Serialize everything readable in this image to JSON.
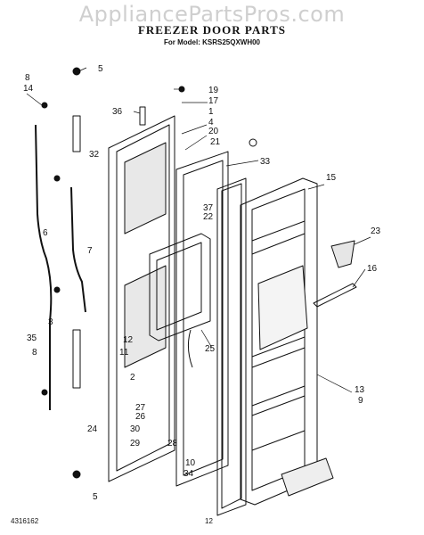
{
  "watermark": "AppliancePartsPros.com",
  "title": "FREEZER DOOR PARTS",
  "model_line": "For Model: KSRS25QXWH00",
  "footer": {
    "part_number": "4316162",
    "page_number": "12"
  },
  "callouts": {
    "c1": "1",
    "c2": "2",
    "c3": "3",
    "c4": "4",
    "c5a": "5",
    "c5b": "5",
    "c6": "6",
    "c7": "7",
    "c8a": "8",
    "c8b": "8",
    "c9": "9",
    "c10": "10",
    "c11": "11",
    "c12": "12",
    "c13": "13",
    "c14": "14",
    "c15": "15",
    "c16": "16",
    "c17": "17",
    "c19": "19",
    "c20": "20",
    "c21": "21",
    "c22": "22",
    "c23": "23",
    "c24": "24",
    "c25": "25",
    "c26": "26",
    "c27": "27",
    "c28": "28",
    "c29": "29",
    "c30": "30",
    "c32": "32",
    "c33": "33",
    "c34": "34",
    "c35": "35",
    "c36": "36",
    "c37": "37"
  }
}
